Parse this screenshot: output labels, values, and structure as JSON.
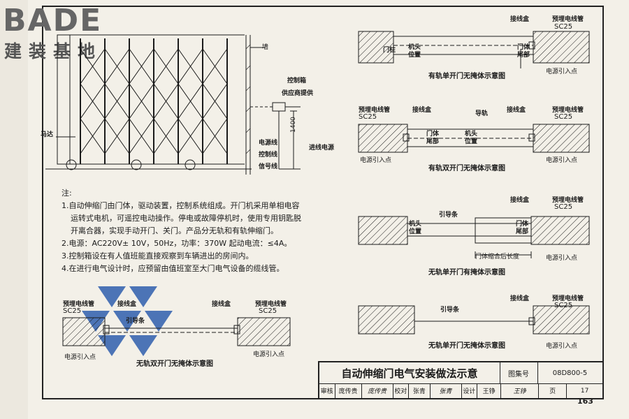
{
  "logo": {
    "brand": "BADE",
    "sub": "建装基地"
  },
  "gate": {
    "labels": {
      "wall": "墙",
      "control_box": "控制箱",
      "supplier": "供应商提供",
      "motor": "马达",
      "power_line": "电源线",
      "control_line": "控制线",
      "signal_line": "信号线",
      "dim_1400": "1400",
      "incoming_power": "进线电源"
    }
  },
  "notes": {
    "heading": "注:",
    "items": [
      "1.自动伸缩门由门体，驱动装置，控制系统组成。开门机采用单相电容",
      "运转式电机，可遥控电动操作。停电或故障停机时，使用专用钥匙脱",
      "开离合器，实现手动开门、关门。产品分无轨和有轨伸缩门。",
      "2.电源：AC220V± 10V，50Hz，功率：370W  起动电流：≤4A。",
      "3.控制箱设在有人值班能直接观察到车辆进出的房间内。",
      "4.在进行电气设计时，应预留由值班室至大门电气设备的缆线管。"
    ]
  },
  "diagrams": {
    "top_right": {
      "junction_box": "接线盒",
      "embedded_pipe": "预埋电线管",
      "sc25": "SC25",
      "door_post": "门柱",
      "head_pos_1": "机头",
      "head_pos_2": "位置",
      "tail_1": "门体",
      "tail_2": "尾部",
      "power_inlet": "电源引入点",
      "caption": "有轨单开门无掩体示意图"
    },
    "double_track": {
      "embedded_pipe_left": "预埋电线管",
      "sc25_left": "SC25",
      "junction_box_left": "接线盒",
      "guide_rail": "导轨",
      "junction_box_right": "接线盒",
      "embedded_pipe_right": "预埋电线管",
      "sc25_right": "SC25",
      "tail_1": "门体",
      "tail_2": "尾部",
      "head_1": "机头",
      "head_2": "位置",
      "power_inlet_left": "电源引入点",
      "power_inlet_right": "电源引入点",
      "caption": "有轨双开门无掩体示意图"
    },
    "trackless_shelter": {
      "guide_strip": "引导条",
      "junction_box": "接线盒",
      "embedded_pipe": "预埋电线管",
      "sc25": "SC25",
      "head_1": "机头",
      "head_2": "位置",
      "tail_1": "门体",
      "tail_2": "尾部",
      "retract_pos": "门体缩合后长度",
      "power_inlet": "电源引入点",
      "caption": "无轨单开门有掩体示意图"
    },
    "trackless_no_shelter": {
      "guide_strip": "引导条",
      "junction_box": "接线盒",
      "embedded_pipe": "预埋电线管",
      "sc25": "SC25",
      "power_inlet": "电源引入点",
      "caption": "无轨单开门无掩体示意图"
    },
    "bottom_left": {
      "embedded_pipe_left": "预埋电线管",
      "sc25_left": "SC25",
      "junction_box_left": "接线盒",
      "guide_strip": "引导条",
      "junction_box_right": "接线盒",
      "embedded_pipe_right": "预埋电线管",
      "sc25_right": "SC25",
      "power_inlet_left": "电源引入点",
      "power_inlet_right": "电源引入点",
      "caption": "无轨双开门无掩体示意图"
    }
  },
  "titleblock": {
    "title": "自动伸缩门电气安装做法示意",
    "atlas_label": "图集号",
    "atlas_no": "08D800-5",
    "review": "审核",
    "reviewer": "庞传贵",
    "reviewer_sig": "庞传贵",
    "check": "校对",
    "checker": "张青",
    "checker_sig": "张青",
    "design": "设计",
    "designer": "王铮",
    "designer_sig": "王铮",
    "page_label": "页",
    "page_no": "17"
  },
  "page_number": "163",
  "colors": {
    "ink": "#1b1b1b",
    "paper": "#f3f0e8",
    "watermark_blue": "#2f5fae"
  }
}
